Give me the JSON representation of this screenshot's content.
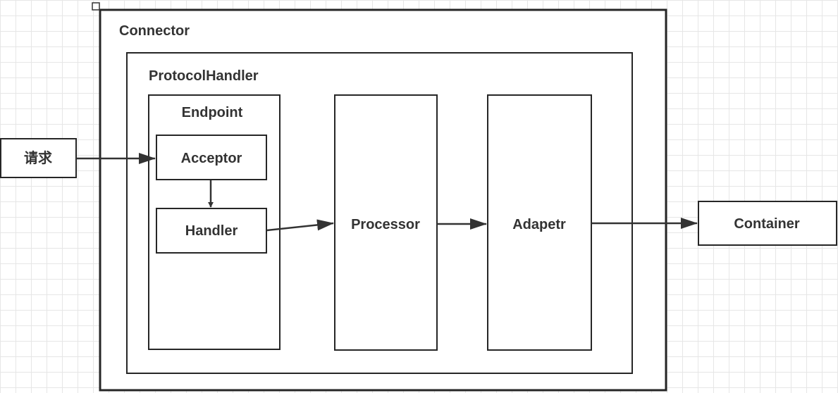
{
  "diagram": {
    "connector": "Connector",
    "protocol_handler": "ProtocolHandler",
    "endpoint": "Endpoint",
    "acceptor": "Acceptor",
    "handler": "Handler",
    "processor": "Processor",
    "adapter": "Adapetr",
    "request": "请求",
    "container": "Container"
  },
  "colors": {
    "stroke": "#262626",
    "text": "#333333",
    "grid": "#e6e6e6"
  }
}
